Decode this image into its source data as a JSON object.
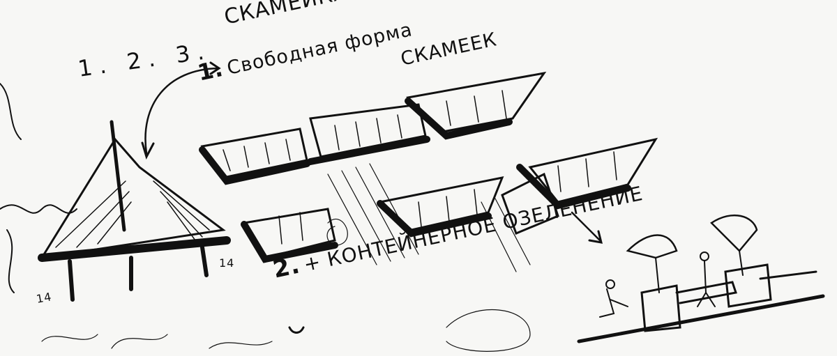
{
  "sketch": {
    "title": "СКАМЕЙКА – МОДУЛЬ",
    "subtitle": "СКАМЕЕК",
    "free_form_number": "1.",
    "free_form_text": "Свободная форма",
    "sequence": "1. 2. 3.",
    "greening_number": "2.",
    "greening_text": "+ КОНТЕЙНЕРНОЕ ОЗЕЛЕНЕНИЕ",
    "marker_a": "14",
    "marker_b": "14"
  },
  "colors": {
    "ink": "#111111",
    "paper": "#f7f7f5"
  }
}
